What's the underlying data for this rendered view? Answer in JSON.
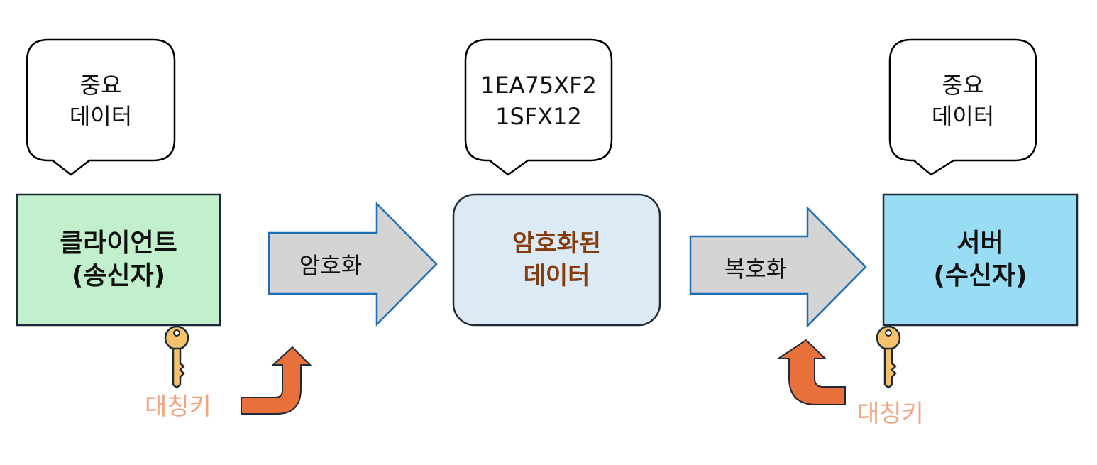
{
  "bubbles": {
    "left": {
      "line1": "중요",
      "line2": "데이터"
    },
    "center": {
      "line1": "1EA75XF2",
      "line2": "1SFX12"
    },
    "right": {
      "line1": "중요",
      "line2": "데이터"
    }
  },
  "boxes": {
    "client": {
      "line1": "클라이언트",
      "line2": "(송신자)"
    },
    "encrypted": {
      "line1": "암호화된",
      "line2": "데이터"
    },
    "server": {
      "line1": "서버",
      "line2": "(수신자)"
    }
  },
  "arrows": {
    "encrypt": "암호화",
    "decrypt": "복호화"
  },
  "keys": {
    "left": "대칭키",
    "right": "대칭키"
  },
  "colors": {
    "client_box": "#C2EFCC",
    "encrypted_box": "#DCEAF6",
    "encrypted_text": "#843C0C",
    "server_box": "#99DDF5",
    "arrow_fill": "#D4D4D4",
    "arrow_stroke": "#1F6FB8",
    "curved_arrow": "#E8703A",
    "key_fill": "#F5C26B",
    "key_label": "#F0A47F"
  }
}
